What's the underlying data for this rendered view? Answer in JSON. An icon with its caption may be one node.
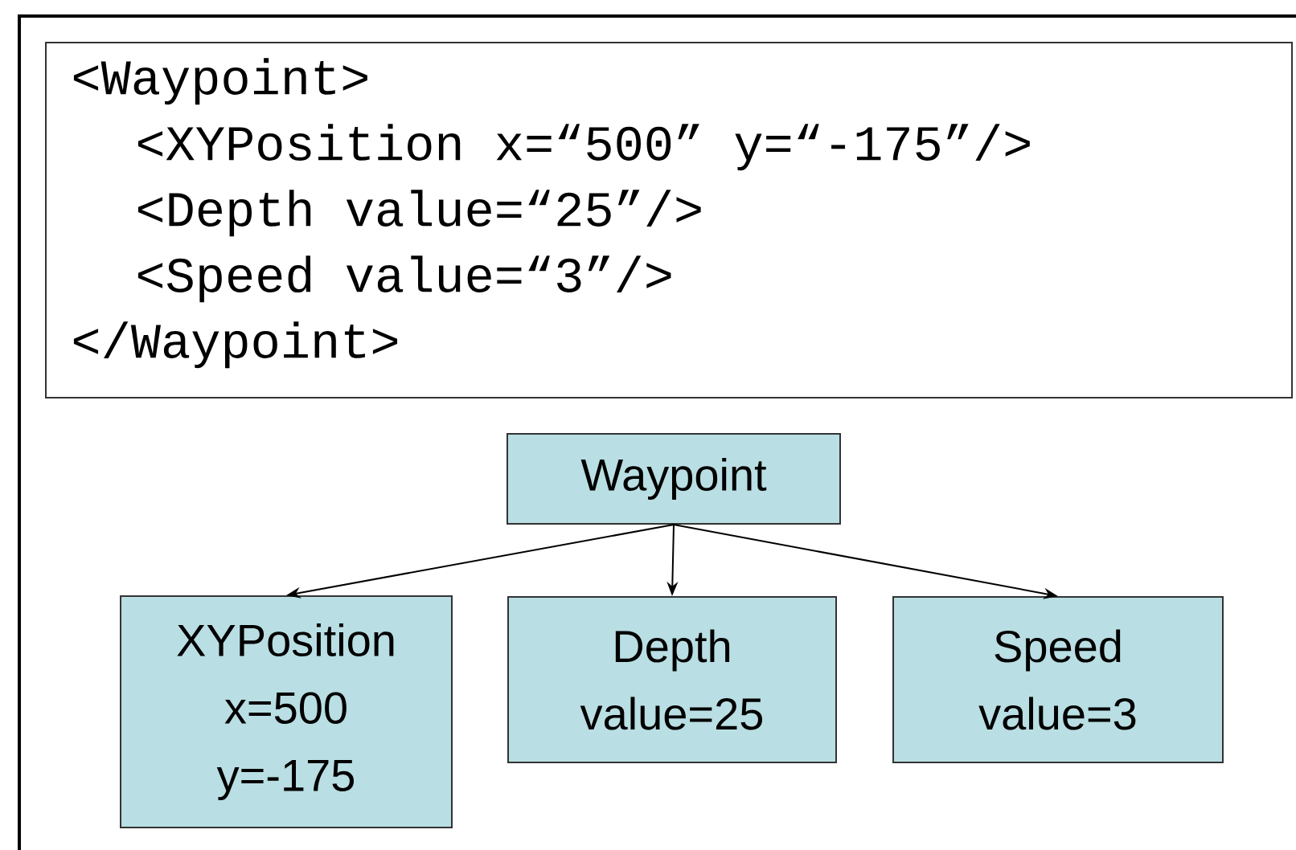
{
  "diagram": {
    "nodes": [
      {
        "text": [
          "<Waypoint>",
          "<XYPosition x=“500” y=“-175”/>",
          "<Depth value=“25”/>",
          "<Speed value=“3”/>",
          "</Waypoint>"
        ]
      },
      {
        "text": [
          "Waypoint"
        ]
      },
      {
        "text": [
          "XYPosition",
          "x=500",
          "y=-175"
        ]
      },
      {
        "text": [
          "Depth",
          "value=25"
        ]
      },
      {
        "text": [
          "Speed",
          "value=3"
        ]
      }
    ],
    "edges": [
      {
        "from": 1,
        "to": 2,
        "arrow": "to"
      },
      {
        "from": 1,
        "to": 3,
        "arrow": "to"
      },
      {
        "from": 1,
        "to": 4,
        "arrow": "to"
      }
    ]
  }
}
